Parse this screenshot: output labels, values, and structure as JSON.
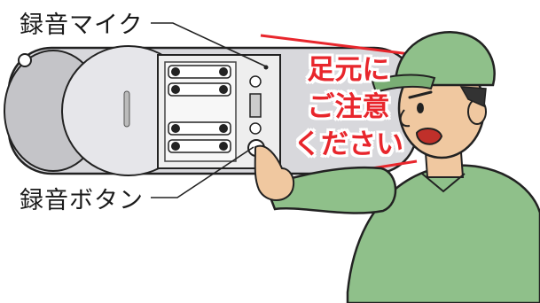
{
  "labels": {
    "mic": "録音マイク",
    "record_button": "録音ボタン"
  },
  "warning": {
    "lines": [
      "足元に",
      "ご注意",
      "ください"
    ]
  },
  "colors": {
    "warning_text": "#e8262c",
    "device_body": "#d8d8dc",
    "worker_uniform": "#8fc08a",
    "worker_skin": "#f0c8a0"
  },
  "icons": {
    "battery": "battery-icon",
    "worker": "worker-illustration"
  }
}
